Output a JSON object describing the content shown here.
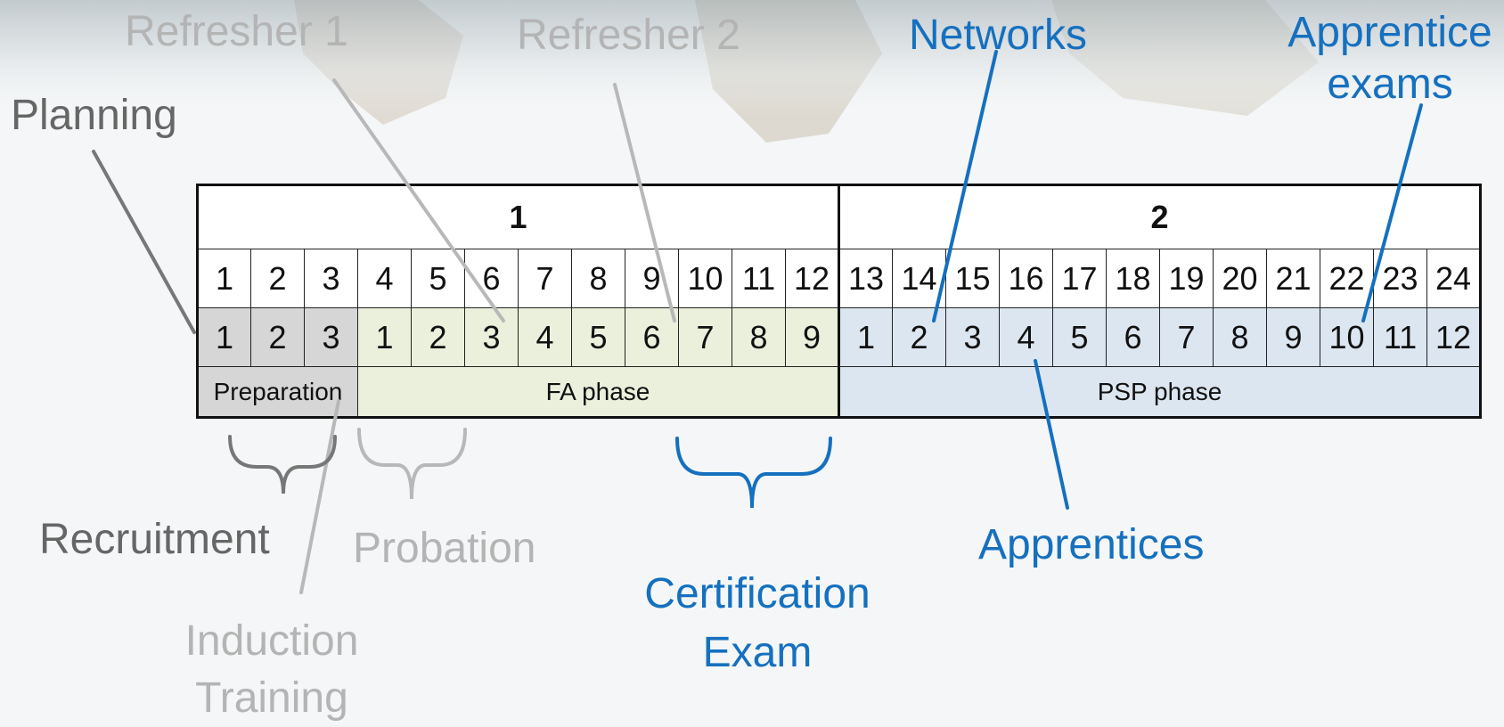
{
  "colors": {
    "dark_label": "#666666",
    "light_label": "#b4b4b4",
    "blue_label": "#1570bf",
    "preparation_fill": "#d6d6d6",
    "fa_fill": "#eaf0dc",
    "psp_fill": "#dce6f1"
  },
  "table": {
    "year1": "1",
    "year2": "2",
    "months": [
      "1",
      "2",
      "3",
      "4",
      "5",
      "6",
      "7",
      "8",
      "9",
      "10",
      "11",
      "12",
      "13",
      "14",
      "15",
      "16",
      "17",
      "18",
      "19",
      "20",
      "21",
      "22",
      "23",
      "24"
    ],
    "phase_months": [
      "1",
      "2",
      "3",
      "1",
      "2",
      "3",
      "4",
      "5",
      "6",
      "7",
      "8",
      "9",
      "1",
      "2",
      "3",
      "4",
      "5",
      "6",
      "7",
      "8",
      "9",
      "10",
      "11",
      "12"
    ],
    "phases": {
      "preparation": "Preparation",
      "fa": "FA phase",
      "psp": "PSP phase"
    }
  },
  "labels": {
    "refresher1": "Refresher 1",
    "refresher2": "Refresher 2",
    "networks": "Networks",
    "apprentice_exams_line1": "Apprentice",
    "apprentice_exams_line2": "exams",
    "planning": "Planning",
    "recruitment": "Recruitment",
    "probation": "Probation",
    "induction_line1": "Induction",
    "induction_line2": "Training",
    "certification_line1": "Certification",
    "certification_line2": "Exam",
    "apprentices": "Apprentices"
  }
}
